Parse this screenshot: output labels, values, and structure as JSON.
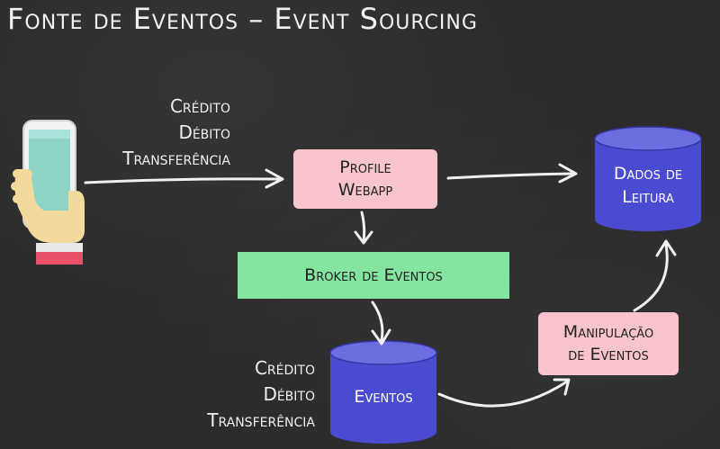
{
  "title": "Fonte de Eventos – Event Sourcing",
  "inputs_top": [
    "Crédito",
    "Débito",
    "Transferência"
  ],
  "inputs_bottom": [
    "Crédito",
    "Débito",
    "Transferência"
  ],
  "nodes": {
    "profile": "Profile\nWebapp",
    "broker": "Broker de Eventos",
    "events": "Eventos",
    "read_data": "Dados de\nLeitura",
    "handler": "Manipulação\nde Eventos"
  },
  "colors": {
    "background": "#2a2a2a",
    "pink": "#f7c4cb",
    "green": "#83e59f",
    "cylinder": "#4a4bd1",
    "arrow": "#f0f0f0"
  },
  "icons": [
    "smartphone-in-hand-icon"
  ]
}
